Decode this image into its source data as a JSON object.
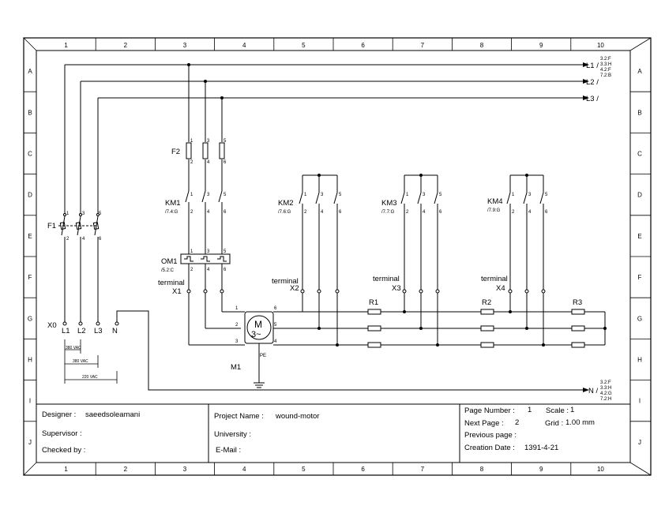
{
  "columns": [
    "1",
    "2",
    "3",
    "4",
    "5",
    "6",
    "7",
    "8",
    "9",
    "10"
  ],
  "rows": [
    "A",
    "B",
    "C",
    "D",
    "E",
    "F",
    "G",
    "H",
    "I",
    "J"
  ],
  "lines": {
    "l1": "L1 /",
    "l2": "L2 /",
    "l3": "L3 /",
    "n": "N /",
    "l1_refs": [
      "3.2:F",
      "3.3:H",
      "4.2:F",
      "7.2:B"
    ],
    "n_refs": [
      "3.2:F",
      "3.3:H",
      "4.2:G",
      "7.2:H"
    ]
  },
  "components": {
    "f1": "F1",
    "f2": "F2",
    "km1": "KM1",
    "km1_ref": "/7.4:G",
    "km2": "KM2",
    "km2_ref": "/7.6:G",
    "km3": "KM3",
    "km3_ref": "/7.7:G",
    "km4": "KM4",
    "km4_ref": "/7.9:G",
    "om1": "OM1",
    "om1_ref": "/5.2:C",
    "m1": "M1",
    "motor_m": "M",
    "motor_phase": "3~",
    "pe": "PE",
    "terminal": "terminal",
    "x1": "X1",
    "x2": "X2",
    "x3": "X3",
    "x4": "X4",
    "r1": "R1",
    "r2": "R2",
    "r3": "R3",
    "x0": "X0",
    "t_l1": "L1",
    "t_l2": "L2",
    "t_l3": "L3",
    "t_n": "N"
  },
  "pins": {
    "p1": "1",
    "p2": "2",
    "p3": "3",
    "p4": "4",
    "p5": "5",
    "p6": "6"
  },
  "voltages": [
    "380 VAC",
    "380 VAC",
    "220 VAC"
  ],
  "title_block": {
    "designer_label": "Designer :",
    "designer_value": "saeedsoleamani",
    "supervisor_label": "Supervisor :",
    "checked_label": "Checked by :",
    "project_label": "Project Name :",
    "project_value": "wound-motor",
    "university_label": "University :",
    "email_label": "E-Mail :",
    "page_number_label": "Page Number :",
    "page_number_value": "1",
    "scale_label": "Scale :",
    "scale_value": "1",
    "next_page_label": "Next Page :",
    "next_page_value": "2",
    "grid_label": "Grid :",
    "grid_value": "1.00 mm",
    "previous_page_label": "Previous page :",
    "creation_date_label": "Creation Date :",
    "creation_date_value": "1391-4-21"
  }
}
